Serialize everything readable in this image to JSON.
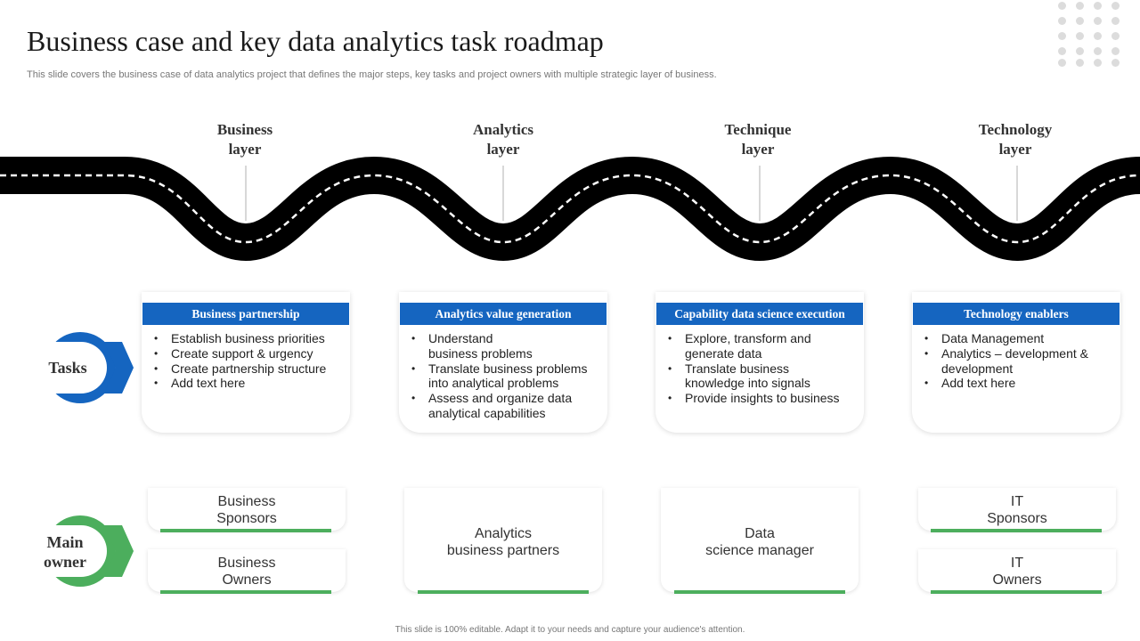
{
  "header": {
    "title": "Business case and key data analytics task roadmap",
    "subtitle": "This slide covers the business case of data analytics project that defines the major steps, key tasks and project owners with multiple strategic layer of business."
  },
  "footer": "This slide is 100% editable. Adapt it to your needs and capture your audience's attention.",
  "colors": {
    "task_blue": "#1565c0",
    "owner_green": "#4cae5d",
    "road": "#000000"
  },
  "row_labels": {
    "tasks": "Tasks",
    "main_owner_line1": "Main",
    "main_owner_line2": "owner"
  },
  "layers": [
    {
      "name_line1": "Business",
      "name_line2": "layer",
      "task_title": "Business partnership",
      "tasks": [
        "Establish business priorities",
        "Create support & urgency",
        "Create partnership structure",
        "Add text here"
      ],
      "owners": [
        {
          "line1": "Business",
          "line2": "Sponsors"
        },
        {
          "line1": "Business",
          "line2": "Owners"
        }
      ]
    },
    {
      "name_line1": "Analytics",
      "name_line2": "layer",
      "task_title": "Analytics value generation",
      "tasks": [
        "Understand business problems",
        "Translate business problems into analytical problems",
        "Assess and organize data analytical capabilities"
      ],
      "owners": [
        {
          "line1": "Analytics",
          "line2": "business partners"
        }
      ]
    },
    {
      "name_line1": "Technique",
      "name_line2": "layer",
      "task_title": "Capability data science execution",
      "tasks": [
        "Explore, transform and generate data",
        "Translate business knowledge into signals",
        "Provide insights to business"
      ],
      "owners": [
        {
          "line1": "Data",
          "line2": "science manager"
        }
      ]
    },
    {
      "name_line1": "Technology",
      "name_line2": "layer",
      "task_title": "Technology enablers",
      "tasks": [
        "Data Management",
        "Analytics – development & development",
        "Add text here"
      ],
      "owners": [
        {
          "line1": "IT",
          "line2": "Sponsors"
        },
        {
          "line1": "IT",
          "line2": "Owners"
        }
      ]
    }
  ]
}
